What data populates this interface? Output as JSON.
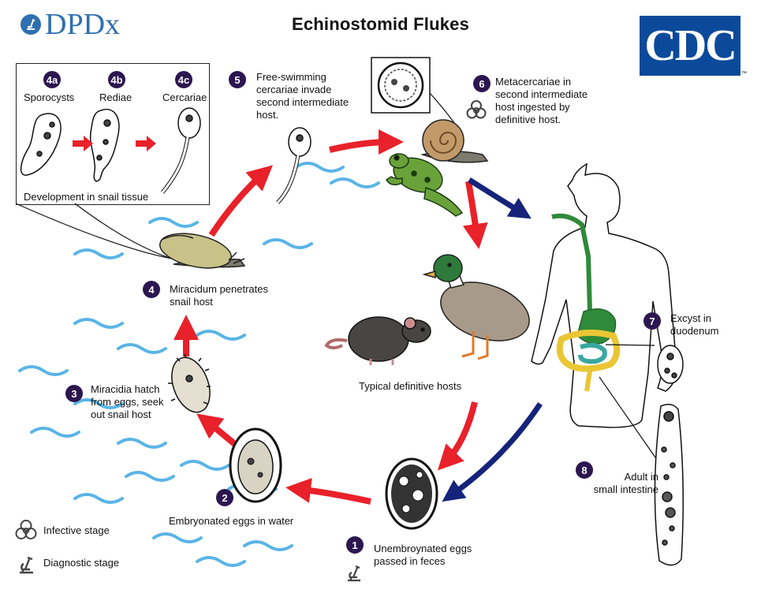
{
  "header": {
    "title": "Echinostomid Flukes",
    "dpdx_logo_text": "DPDx",
    "cdc_logo_text": "CDC",
    "cdc_trademark": "™"
  },
  "inset": {
    "stages": [
      {
        "num": "4a",
        "label": "Sporocysts"
      },
      {
        "num": "4b",
        "label": "Rediae"
      },
      {
        "num": "4c",
        "label": "Cercariae"
      }
    ],
    "caption": "Development in snail tissue"
  },
  "steps": {
    "s1": {
      "num": "1",
      "lines": [
        "Unembroynated eggs",
        "passed in feces"
      ]
    },
    "s2": {
      "num": "2",
      "lines": [
        "Embryonated eggs in water"
      ]
    },
    "s3": {
      "num": "3",
      "lines": [
        "Miracidia hatch",
        "from eggs, seek",
        "out snail host"
      ]
    },
    "s4": {
      "num": "4",
      "lines": [
        "Miracidum penetrates",
        "snail host"
      ]
    },
    "s5": {
      "num": "5",
      "lines": [
        "Free-swimming",
        "cercariae invade",
        "second intermediate",
        "host."
      ]
    },
    "s6": {
      "num": "6",
      "lines": [
        "Metacercariae in",
        "second intermediate",
        "host ingested by",
        "definitive host."
      ]
    },
    "s7": {
      "num": "7",
      "lines": [
        "Excyst in",
        "duodenum"
      ]
    },
    "s8": {
      "num": "8",
      "lines": [
        "Adult in",
        "small intestine"
      ]
    }
  },
  "definitive_hosts_label": "Typical definitive hosts",
  "legend": {
    "infective": "Infective stage",
    "diagnostic": "Diagnostic stage"
  },
  "colors": {
    "red_arrow": "#e8212a",
    "blue_arrow": "#15237a",
    "step_badge": "#2c1650",
    "water": "#5ab4e6",
    "cdc_blue": "#0b4a9a",
    "dpdx_blue": "#2f6fb0"
  }
}
